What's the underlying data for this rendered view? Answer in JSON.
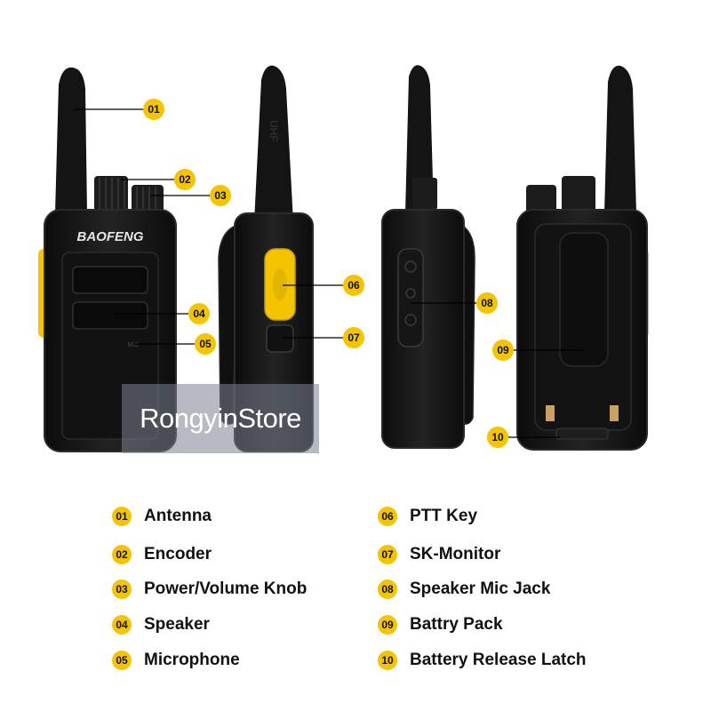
{
  "brand": "BAOFENG",
  "band_mark": "UHF",
  "mic_label": "MIC",
  "watermark": "RongyinStore",
  "colors": {
    "accent": "#f5c400",
    "radio_body": "#161616",
    "radio_edge": "#2b2b2b",
    "leader_line": "#000000"
  },
  "callouts": [
    {
      "num": "01",
      "label": "Antenna"
    },
    {
      "num": "02",
      "label": "Encoder"
    },
    {
      "num": "03",
      "label": "Power/Volume Knob"
    },
    {
      "num": "04",
      "label": "Speaker"
    },
    {
      "num": "05",
      "label": "Microphone"
    },
    {
      "num": "06",
      "label": "PTT Key"
    },
    {
      "num": "07",
      "label": "SK-Monitor"
    },
    {
      "num": "08",
      "label": "Speaker Mic Jack"
    },
    {
      "num": "09",
      "label": "Battry Pack"
    },
    {
      "num": "10",
      "label": "Battery Release Latch"
    }
  ]
}
